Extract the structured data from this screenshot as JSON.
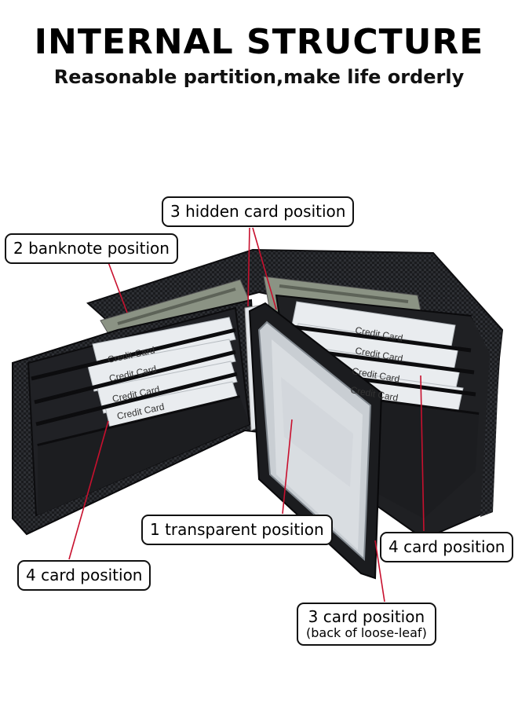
{
  "header": {
    "title": "INTERNAL STRUCTURE",
    "subtitle": "Reasonable partition,make life orderly"
  },
  "cards": {
    "label": "Credit Card"
  },
  "callouts": {
    "hidden": "3 hidden card position",
    "banknote": "2 banknote position",
    "transparent": "1 transparent position",
    "left_cards": "4 card position",
    "right_cards": "4 card position",
    "back_cards": "3 card position",
    "back_cards_note": "(back of loose-leaf)"
  },
  "colors": {
    "leather": "#1c1d20",
    "leather_light": "#2c2e33",
    "card": "#e9ecef",
    "pointer": "#c8102e",
    "banknote": "#7d8577"
  }
}
